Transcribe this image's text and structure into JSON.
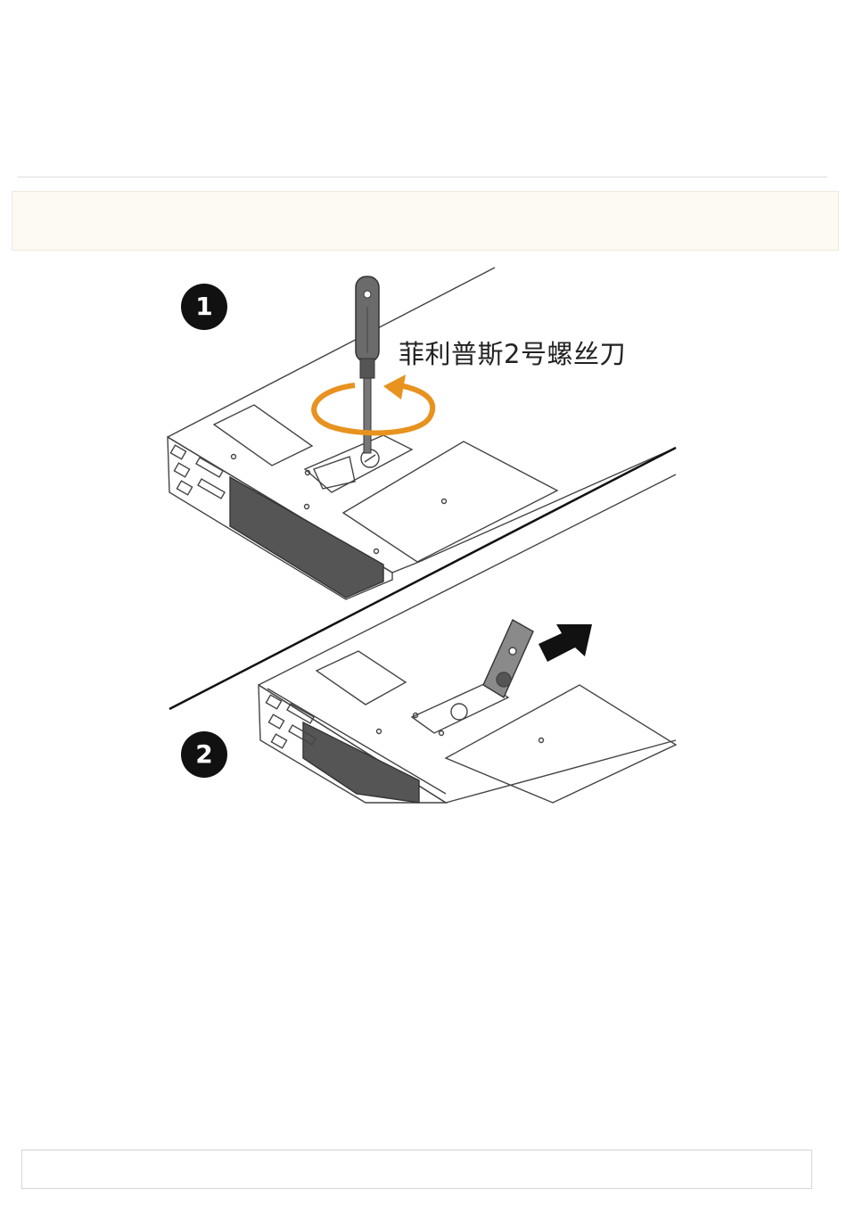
{
  "figure": {
    "steps": [
      {
        "number": "1"
      },
      {
        "number": "2"
      }
    ],
    "tool_label": "菲利普斯2号螺丝刀",
    "icons": [
      "screwdriver-icon",
      "rotate-counterclockwise-arrow-icon",
      "push-arrow-icon"
    ],
    "colors": {
      "rotation_arrow": "#e8921f",
      "line_art": "#444444",
      "badge": "#111111"
    }
  }
}
